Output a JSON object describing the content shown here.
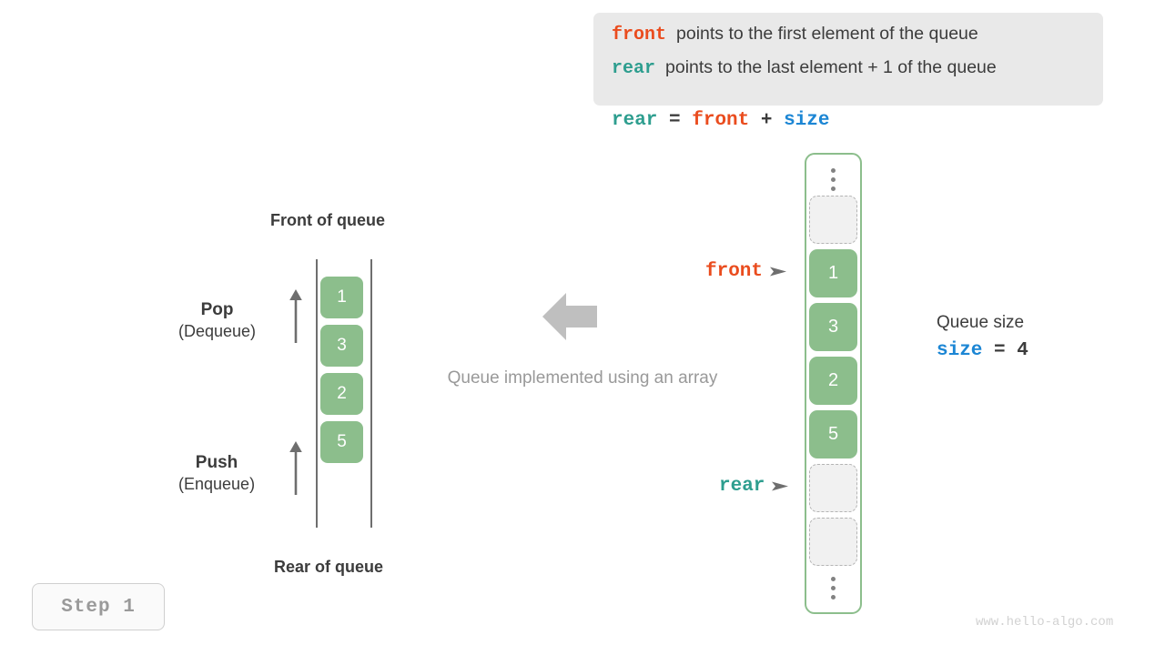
{
  "legend": {
    "lines": [
      {
        "keyword": "front",
        "keyword_color": "#ea4c1e",
        "text": "points to the first element of the queue"
      },
      {
        "keyword": "rear",
        "keyword_color": "#2e9e8f",
        "text": "points to the last element + 1 of the queue"
      }
    ]
  },
  "formula": {
    "rear": "rear",
    "equals": "=",
    "front": "front",
    "plus": "+",
    "size": "size"
  },
  "left_queue": {
    "front_label": "Front of queue",
    "rear_label": "Rear of queue",
    "cells": [
      "1",
      "3",
      "2",
      "5"
    ],
    "pop": {
      "title": "Pop",
      "subtitle": "(Dequeue)",
      "arrow_icon": "arrow-up-icon"
    },
    "push": {
      "title": "Push",
      "subtitle": "(Enqueue)",
      "arrow_icon": "arrow-up-icon"
    }
  },
  "center": {
    "arrow_icon": "arrow-left-icon",
    "caption": "Queue implemented using an array"
  },
  "array": {
    "top_dots": "vertical-ellipsis-icon",
    "bottom_dots": "vertical-ellipsis-icon",
    "cells": [
      {
        "value": "",
        "state": "empty"
      },
      {
        "value": "1",
        "state": "filled"
      },
      {
        "value": "3",
        "state": "filled"
      },
      {
        "value": "2",
        "state": "filled"
      },
      {
        "value": "5",
        "state": "filled"
      },
      {
        "value": "",
        "state": "empty"
      },
      {
        "value": "",
        "state": "empty"
      }
    ]
  },
  "pointers": {
    "front": {
      "name": "front",
      "color": "#ea4c1e",
      "arrow_icon": "arrow-right-icon"
    },
    "rear": {
      "name": "rear",
      "color": "#2e9e8f",
      "arrow_icon": "arrow-right-icon"
    }
  },
  "queue_size": {
    "title": "Queue size",
    "var": "size",
    "equals": "=",
    "value": "4"
  },
  "step_badge": "Step 1",
  "watermark": "www.hello-algo.com",
  "colors": {
    "green": "#8cbe8c",
    "orange": "#ea4c1e",
    "teal": "#2e9e8f",
    "blue": "#1c86d4",
    "gray_text": "#3c3c3c",
    "legend_bg": "#e9e9e9",
    "muted": "#999999"
  }
}
